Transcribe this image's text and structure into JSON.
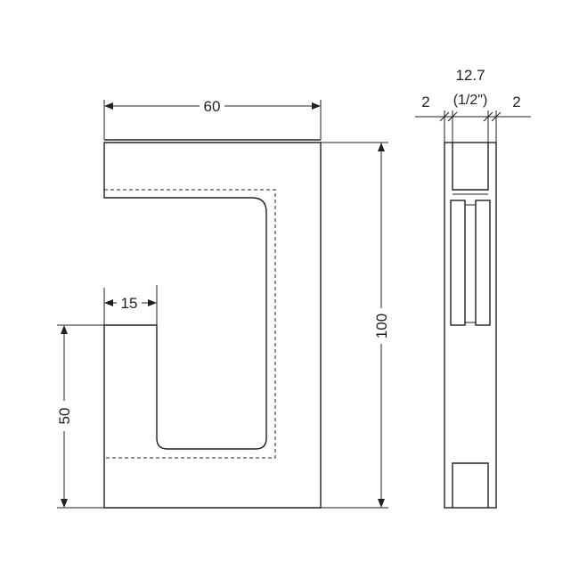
{
  "dimensions": {
    "width_60": "60",
    "height_100": "100",
    "lip_15": "15",
    "opening_50": "50",
    "wall_left_2": "2",
    "wall_right_2": "2",
    "gap_metric": "12.7",
    "gap_imperial": "(1/2\")"
  },
  "colors": {
    "line": "#231f20",
    "background": "#ffffff"
  }
}
